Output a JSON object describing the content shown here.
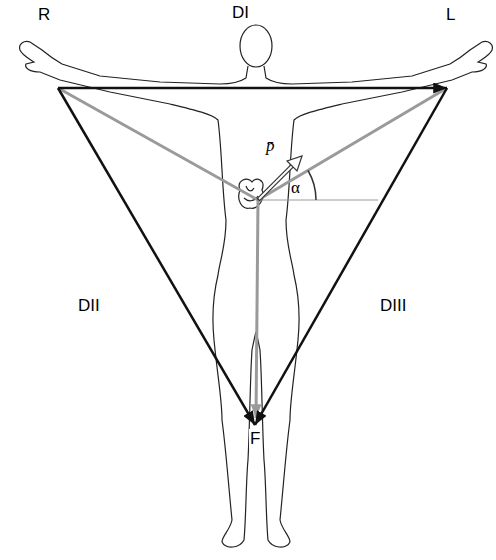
{
  "diagram": {
    "labels": [
      "DI",
      "R",
      "L",
      "p̄",
      "α",
      "DII",
      "DIII",
      "F"
    ]
  }
}
